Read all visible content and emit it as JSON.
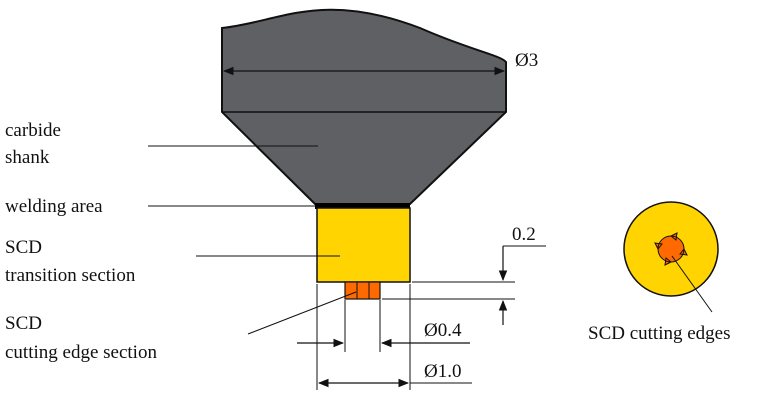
{
  "labels": {
    "carbide_line1": "carbide",
    "carbide_line2": "shank",
    "welding": "welding area",
    "transition_line1": "SCD",
    "transition_line2": "transition section",
    "cutting_line1": "SCD",
    "cutting_line2": "cutting edge section",
    "cutting_edges": "SCD cutting edges"
  },
  "dimensions": {
    "shank_diameter": "Ø3",
    "edge_offset": "0.2",
    "cutting_diameter": "Ø0.4",
    "transition_diameter": "Ø1.0"
  },
  "colors": {
    "carbide": "#5f6064",
    "scd_transition": "#ffd400",
    "scd_cutting": "#ff6a00",
    "weld": "#000000",
    "outline": "#111111"
  }
}
